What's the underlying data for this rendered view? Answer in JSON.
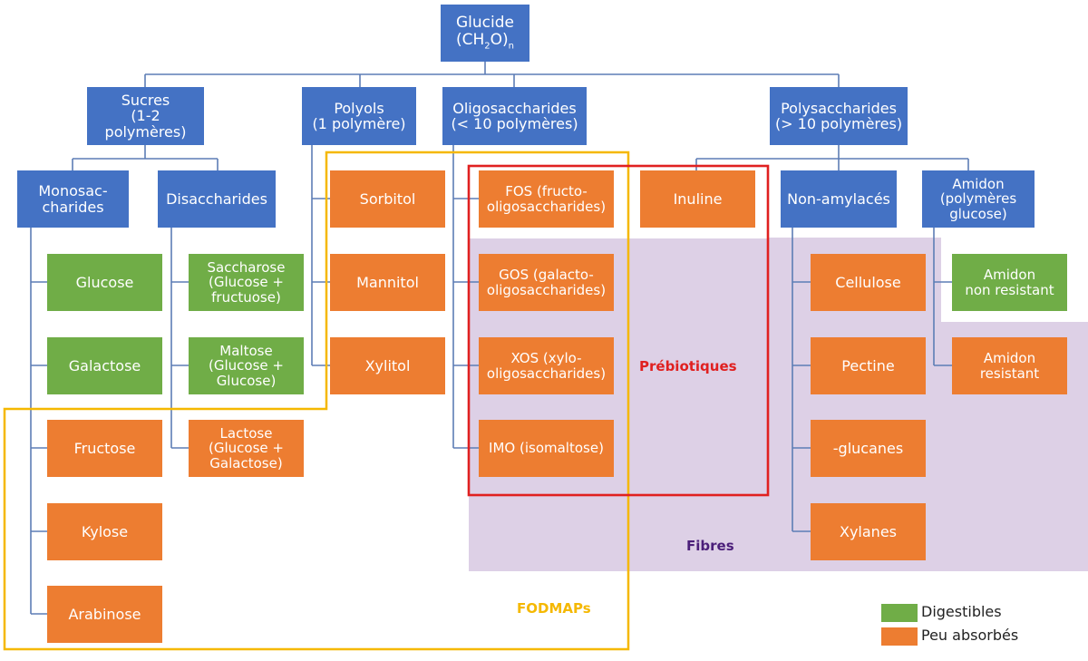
{
  "colors": {
    "category": "#4472c4",
    "digestible": "#70ad47",
    "poorly_absorbed": "#ed7d31",
    "prebiotics_border": "#e02020",
    "fodmaps_border": "#f5b800",
    "fibres_region": "#ddd0e6",
    "fibres_text": "#4b1f7a",
    "connector": "#5d7db5"
  },
  "nodes": {
    "root_title": "Glucide",
    "root_formula_a": "(CH",
    "root_formula_sub": "2",
    "root_formula_b": "O)",
    "root_formula_n": "n",
    "sucres": "Sucres\n(1-2 polymères)",
    "polyols": "Polyols\n(1 polymère)",
    "oligosaccharides": "Oligosaccharides\n(< 10 polymères)",
    "polysaccharides": "Polysaccharides\n(> 10 polymères)",
    "monosaccharides": "Monosac-\ncharides",
    "disaccharides": "Disaccharides",
    "glucose": "Glucose",
    "galactose": "Galactose",
    "fructose": "Fructose",
    "kylose": "Kylose",
    "arabinose": "Arabinose",
    "saccharose": "Saccharose\n(Glucose +\nfructuose)",
    "maltose": "Maltose\n(Glucose +\nGlucose)",
    "lactose": "Lactose\n(Glucose +\nGalactose)",
    "sorbitol": "Sorbitol",
    "mannitol": "Mannitol",
    "xylitol": "Xylitol",
    "fos": "FOS (fructo-\noligosaccharides)",
    "gos": "GOS (galacto-\noligosaccharides)",
    "xos": "XOS (xylo-\noligosaccharides)",
    "imo": "IMO (isomaltose)",
    "inuline": "Inuline",
    "non_amylaces": "Non-amylacés",
    "amidon": "Amidon\n(polymères\nglucose)",
    "cellulose": "Cellulose",
    "pectine": "Pectine",
    "glucanes": "-glucanes",
    "xylanes": "Xylanes",
    "amidon_non_resistant": "Amidon\nnon resistant",
    "amidon_resistant": "Amidon\nresistant"
  },
  "labels": {
    "prebiotiques": "Prébiotiques",
    "fibres": "Fibres",
    "fodmaps": "FODMAPs"
  },
  "legend": {
    "digestibles": "Digestibles",
    "peu_absorbes": "Peu absorbés"
  }
}
